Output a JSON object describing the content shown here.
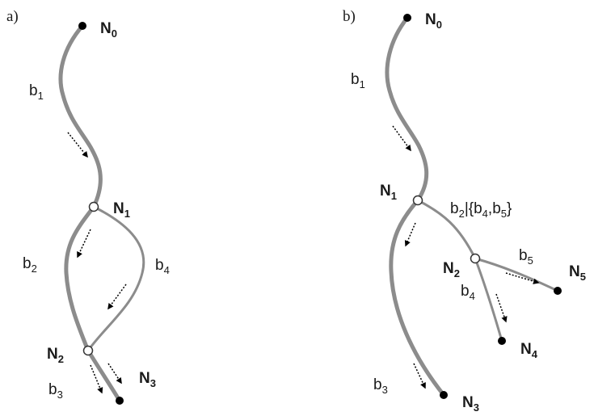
{
  "colors": {
    "branch": "#8c8c8c",
    "text": "#1a1a1a",
    "node_fill_solid": "#000000",
    "node_fill_hollow": "#ffffff",
    "arrow": "#000000"
  },
  "panel_a": {
    "label": "a)",
    "nodes": {
      "n0": {
        "base": "N",
        "sub": "0"
      },
      "n1": {
        "base": "N",
        "sub": "1"
      },
      "n2": {
        "base": "N",
        "sub": "2"
      },
      "n3": {
        "base": "N",
        "sub": "3"
      }
    },
    "branches": {
      "b1": {
        "base": "b",
        "sub": "1"
      },
      "b2": {
        "base": "b",
        "sub": "2"
      },
      "b3": {
        "base": "b",
        "sub": "3"
      },
      "b4": {
        "base": "b",
        "sub": "4"
      }
    }
  },
  "panel_b": {
    "label": "b)",
    "nodes": {
      "n0": {
        "base": "N",
        "sub": "0"
      },
      "n1": {
        "base": "N",
        "sub": "1"
      },
      "n2": {
        "base": "N",
        "sub": "2"
      },
      "n3": {
        "base": "N",
        "sub": "3"
      },
      "n4": {
        "base": "N",
        "sub": "4"
      },
      "n5": {
        "base": "N",
        "sub": "5"
      }
    },
    "branches": {
      "b1": {
        "base": "b",
        "sub": "1"
      },
      "b2": {
        "base": "b",
        "sub": "2",
        "sep": "|{",
        "b4_base": "b",
        "b4_sub": "4",
        "comma": ",",
        "b5_base": "b",
        "b5_sub": "5",
        "close": "}"
      },
      "b3": {
        "base": "b",
        "sub": "3"
      },
      "b4": {
        "base": "b",
        "sub": "4"
      },
      "b5": {
        "base": "b",
        "sub": "5"
      }
    }
  }
}
